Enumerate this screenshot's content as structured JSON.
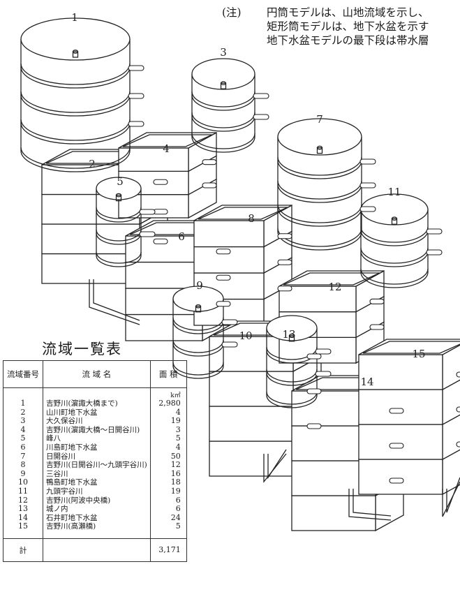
{
  "note": {
    "mark": "(注)",
    "lines": [
      "円筒モデルは、山地流域を示し、",
      "矩形筒モデルは、地下水盆を示す",
      "地下水盆モデルの最下段は帯水層"
    ]
  },
  "model_labels": [
    "1",
    "2",
    "3",
    "4",
    "5",
    "6",
    "7",
    "8",
    "9",
    "10",
    "11",
    "12",
    "13",
    "14",
    "15"
  ],
  "table": {
    "title": "流域一覧表",
    "headers": {
      "no": "流域番号",
      "name": "流 域 名",
      "area": "面 積"
    },
    "unit": "k㎡",
    "rows": [
      {
        "no": "1",
        "name": "吉野川(濵諏大橋まで)",
        "area": "2,980"
      },
      {
        "no": "2",
        "name": "山川町地下水盆",
        "area": "4"
      },
      {
        "no": "3",
        "name": "大久保谷川",
        "area": "19"
      },
      {
        "no": "4",
        "name": "吉野川(濵諏大橋～日開谷川)",
        "area": "3"
      },
      {
        "no": "5",
        "name": "峰八",
        "area": "5"
      },
      {
        "no": "6",
        "name": "川島町地下水盆",
        "area": "4"
      },
      {
        "no": "7",
        "name": "日開谷川",
        "area": "50"
      },
      {
        "no": "8",
        "name": "吉野川(日開谷川～九頭宇谷川)",
        "area": "12"
      },
      {
        "no": "9",
        "name": "三谷川",
        "area": "16"
      },
      {
        "no": "10",
        "name": "鴨島町地下水盆",
        "area": "18"
      },
      {
        "no": "11",
        "name": "九頭宇谷川",
        "area": "19"
      },
      {
        "no": "12",
        "name": "吉野川(阿波中央橋)",
        "area": "6"
      },
      {
        "no": "13",
        "name": "城ノ内",
        "area": "6"
      },
      {
        "no": "14",
        "name": "石井町地下水盆",
        "area": "24"
      },
      {
        "no": "15",
        "name": "吉野川(高瀬橋)",
        "area": "5"
      }
    ],
    "total_label": "計",
    "total_area": "3,171"
  }
}
